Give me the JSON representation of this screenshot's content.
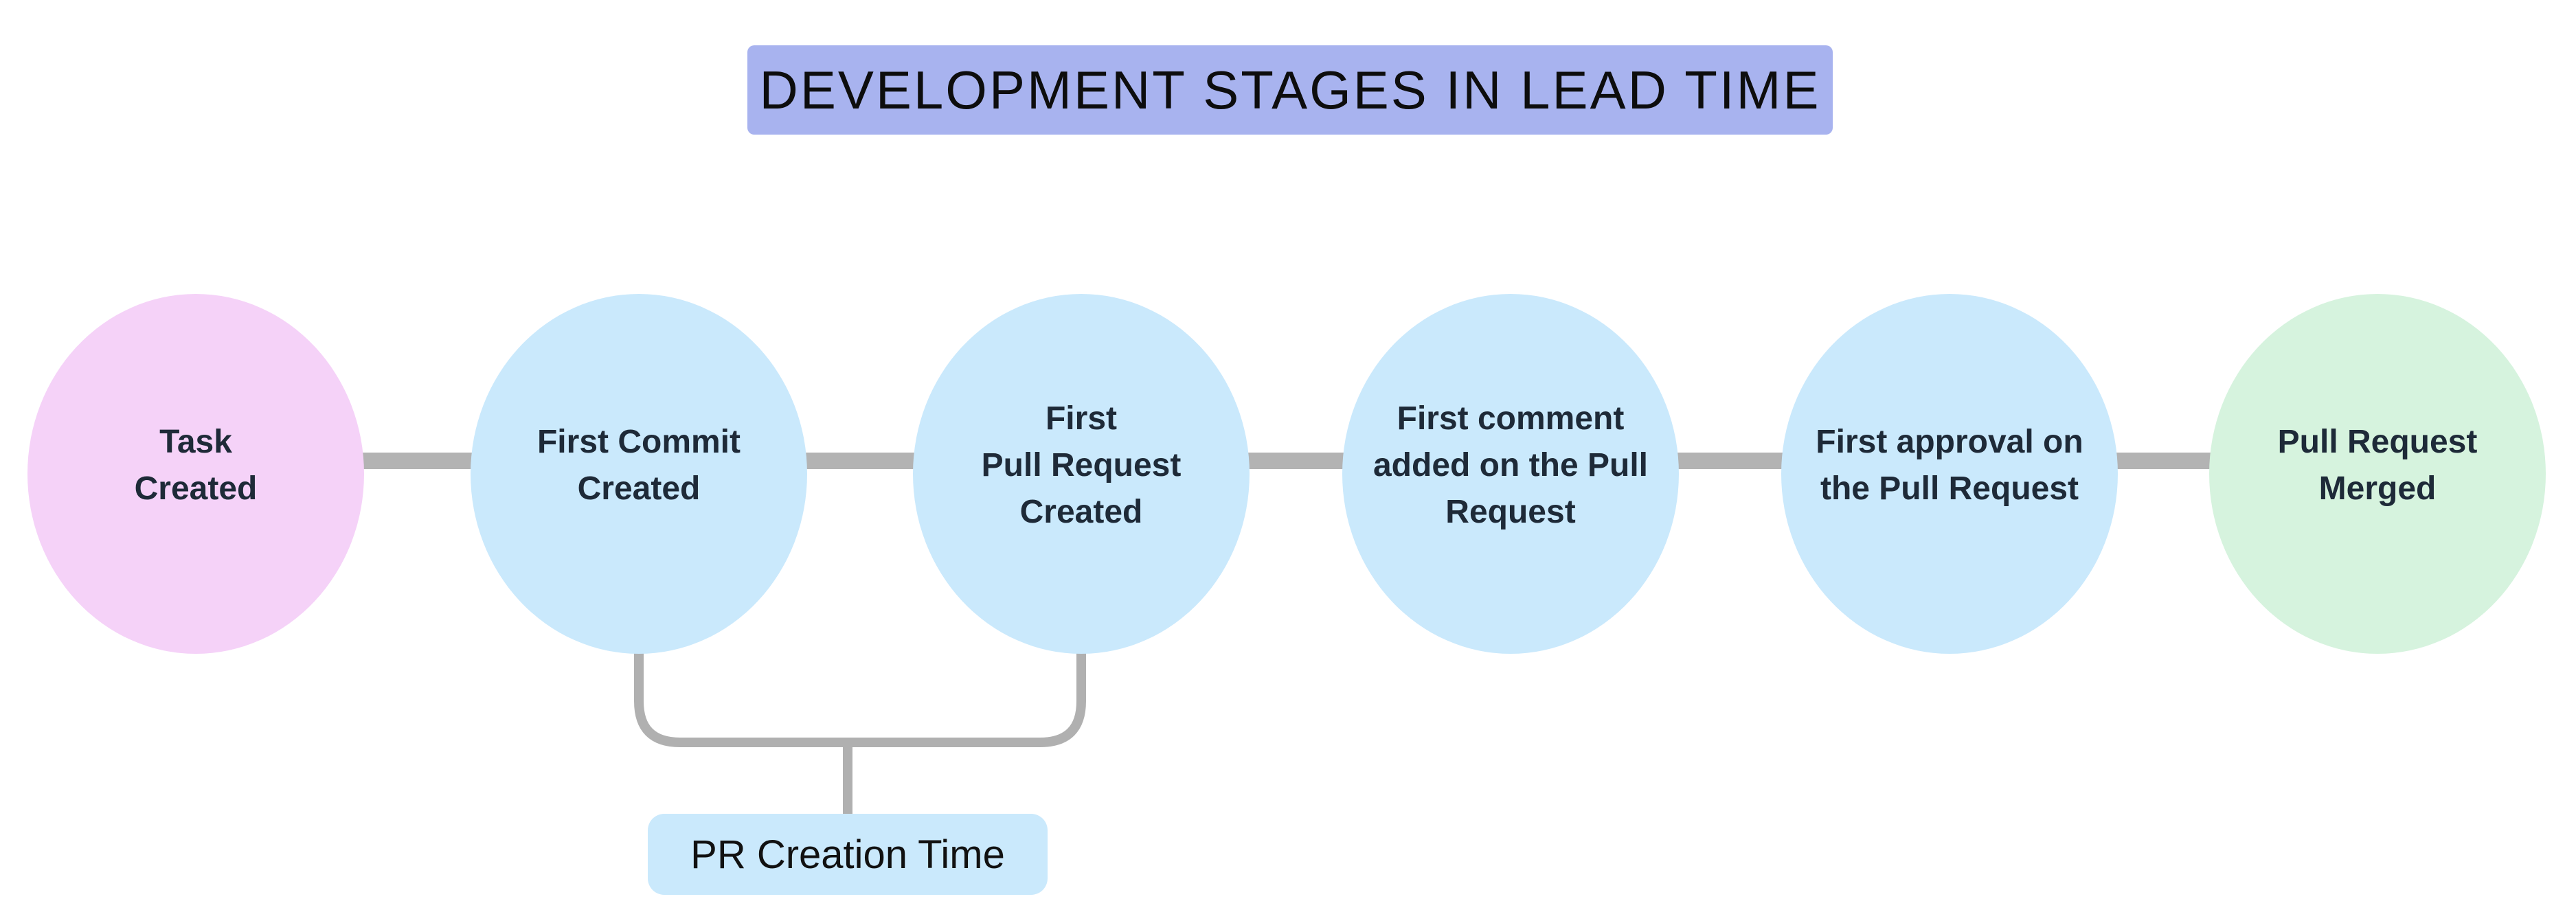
{
  "title": {
    "text": "DEVELOPMENT STAGES IN LEAD TIME",
    "bg_color": "#a8b3ef"
  },
  "stages": [
    {
      "name": "task-created",
      "lines": [
        "Task",
        "Created"
      ],
      "color": "#f5d2f8"
    },
    {
      "name": "first-commit-created",
      "lines": [
        "First Commit",
        "Created"
      ],
      "color": "#cae9fc"
    },
    {
      "name": "first-pr-created",
      "lines": [
        "First",
        "Pull Request",
        "Created"
      ],
      "color": "#cae9fc"
    },
    {
      "name": "first-comment-added",
      "lines": [
        "First comment",
        "added on the Pull",
        "Request"
      ],
      "color": "#cae9fc"
    },
    {
      "name": "first-approval",
      "lines": [
        "First approval on",
        "the Pull Request"
      ],
      "color": "#cae9fc"
    },
    {
      "name": "pr-merged",
      "lines": [
        "Pull Request",
        "Merged"
      ],
      "color": "#d6f3de"
    }
  ],
  "connector": {
    "color": "#b3b3b3",
    "bracket_color": "#b0b0b0"
  },
  "annotation": {
    "label": "PR Creation Time",
    "bg_color": "#cae9fc",
    "spans_stages": [
      "first-commit-created",
      "first-pr-created"
    ]
  }
}
